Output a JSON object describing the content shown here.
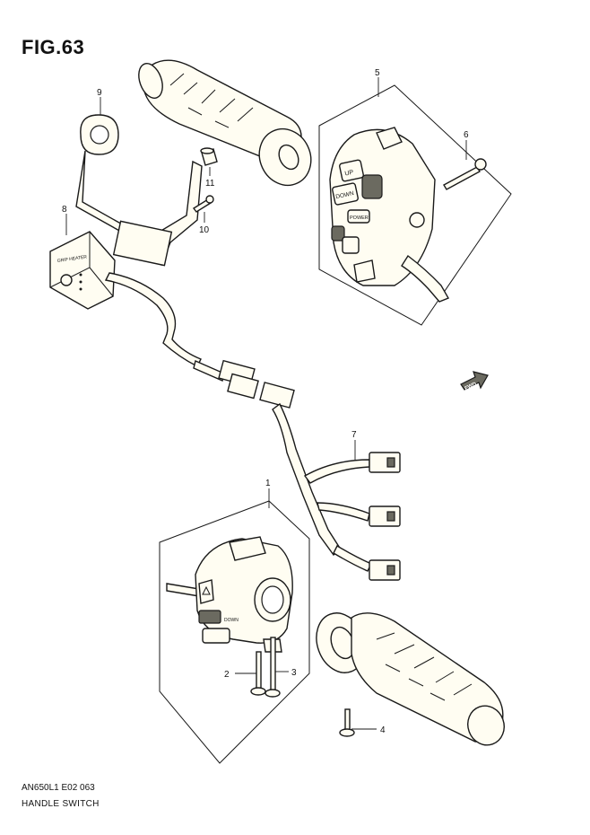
{
  "figure": {
    "title": "FIG.63",
    "code": "AN650L1 E02 063",
    "name": "HANDLE SWITCH"
  },
  "callouts": [
    "1",
    "2",
    "3",
    "4",
    "5",
    "6",
    "7",
    "8",
    "9",
    "10",
    "11"
  ],
  "switch_labels": {
    "up": "UP",
    "down": "DOWN",
    "power": "POWER",
    "down_small": "DOWN",
    "heater": "GRIP HEATER"
  },
  "fwd_label": "FWD",
  "colors": {
    "line": "#1a1a1a",
    "fill": "#fffdf2",
    "accent": "#6b6a60"
  }
}
